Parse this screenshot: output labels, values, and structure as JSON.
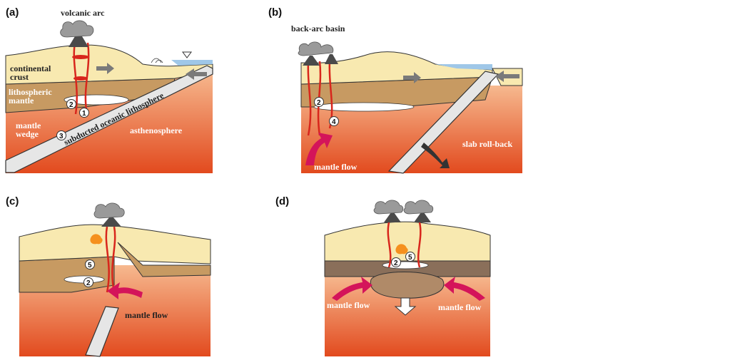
{
  "panels": {
    "a": {
      "label": "(a)",
      "volcanic_arc": "volcanic arc",
      "continental_crust_1": "continental",
      "continental_crust_2": "crust",
      "lithospheric_mantle_1": "lithospheric",
      "lithospheric_mantle_2": "mantle",
      "mantle_wedge_1": "mantle",
      "mantle_wedge_2": "wedge",
      "asthenosphere": "asthenosphere",
      "slab": "subducted oceanic lithosphere",
      "markers": [
        "1",
        "2",
        "3"
      ]
    },
    "b": {
      "label": "(b)",
      "back_arc_basin": "back-arc basin",
      "slab_roll_back": "slab roll-back",
      "mantle_flow": "mantle flow",
      "markers": [
        "2",
        "4"
      ]
    },
    "c": {
      "label": "(c)",
      "mantle_flow": "mantle flow",
      "markers": [
        "5",
        "2"
      ]
    },
    "d": {
      "label": "(d)",
      "mantle_flow_left": "mantle flow",
      "mantle_flow_right": "mantle flow",
      "markers": [
        "2",
        "5"
      ]
    }
  },
  "colors": {
    "crust": "#f8e9b0",
    "lithospheric_mantle": "#c79a62",
    "asthenosphere_top": "#f3a67a",
    "asthenosphere_bottom": "#e2461f",
    "slab": "#e6e6e6",
    "magma": "#d8261c",
    "arrow_grey": "#7a7a7a",
    "mantle_flow_arrow": "#d4145a",
    "ocean": "#9fc7e8",
    "volcano_cloud": "#9a9a9a"
  }
}
